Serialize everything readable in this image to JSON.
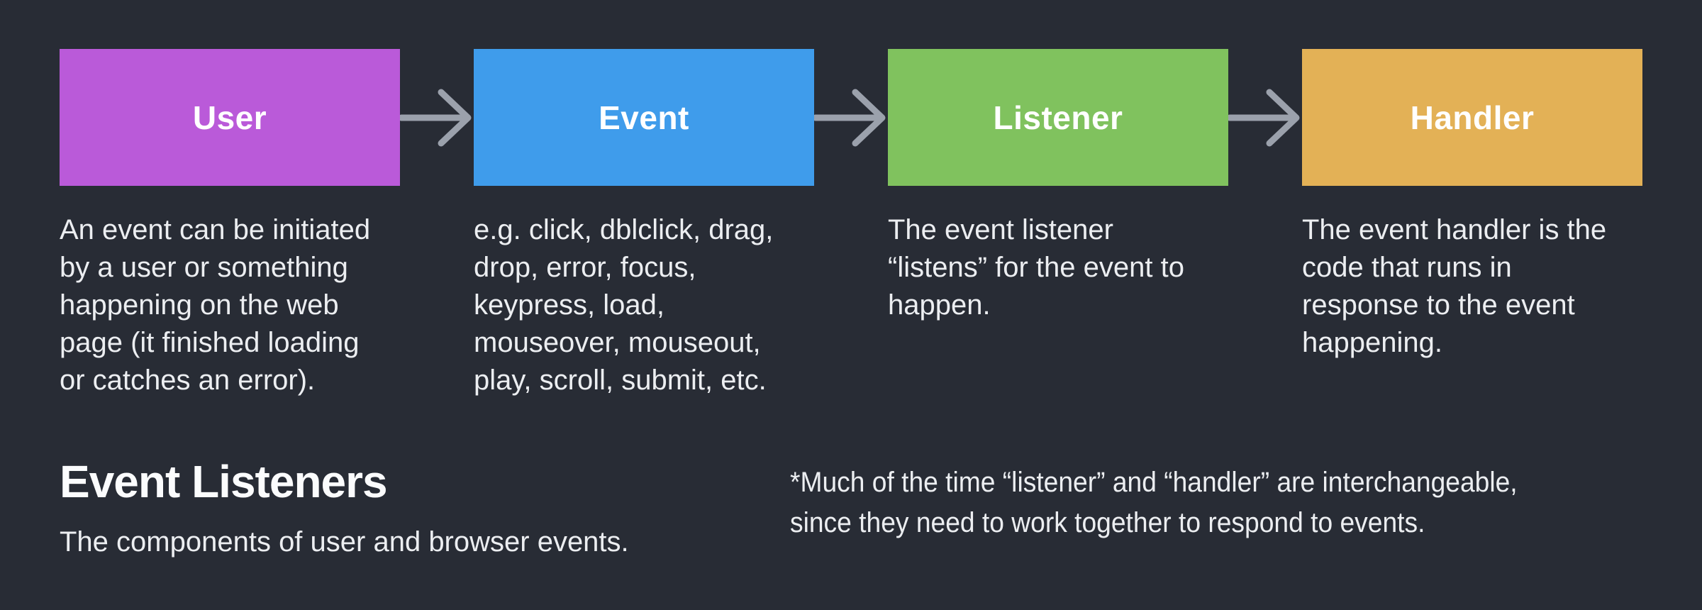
{
  "page": {
    "background_color": "#282c35",
    "text_color": "#eceef1"
  },
  "flow": {
    "arrow_icon": "arrow-right",
    "arrow_color": "#9ba1ac",
    "steps": [
      {
        "label": "User",
        "color": "#ba5ad9",
        "description": "An event can be initiated by a user or something happening on the web page (it finished loading or catches an error).",
        "lines": [
          "An event can be initiated",
          "by a user or something",
          "happening on the web",
          "page (it finished loading",
          "or catches an error)."
        ]
      },
      {
        "label": "Event",
        "color": "#3f9ceb",
        "description": "e.g. click, dblclick, drag, drop, error, focus, keypress, load, mouseover, mouseout, play, scroll, submit, etc.",
        "lines": [
          "e.g. click, dblclick, drag,",
          "drop, error, focus,",
          "keypress, load,",
          "mouseover, mouseout,",
          "play, scroll, submit, etc."
        ]
      },
      {
        "label": "Listener",
        "color": "#80c25e",
        "description": "The event listener “listens” for the event to happen.",
        "lines": [
          "The event listener",
          "“listens” for the event to",
          "happen."
        ]
      },
      {
        "label": "Handler",
        "color": "#e3b156",
        "description": "The event handler is the code that runs in response to the event happening.",
        "lines": [
          "The event handler is the",
          "code that runs in",
          "response to the event",
          "happening."
        ]
      }
    ]
  },
  "footer": {
    "title": "Event Listeners",
    "subtitle": "The components of user and browser events.",
    "note_lines": [
      "*Much of the time “listener” and “handler” are interchangeable,",
      "since they need to work together to respond to events."
    ]
  }
}
